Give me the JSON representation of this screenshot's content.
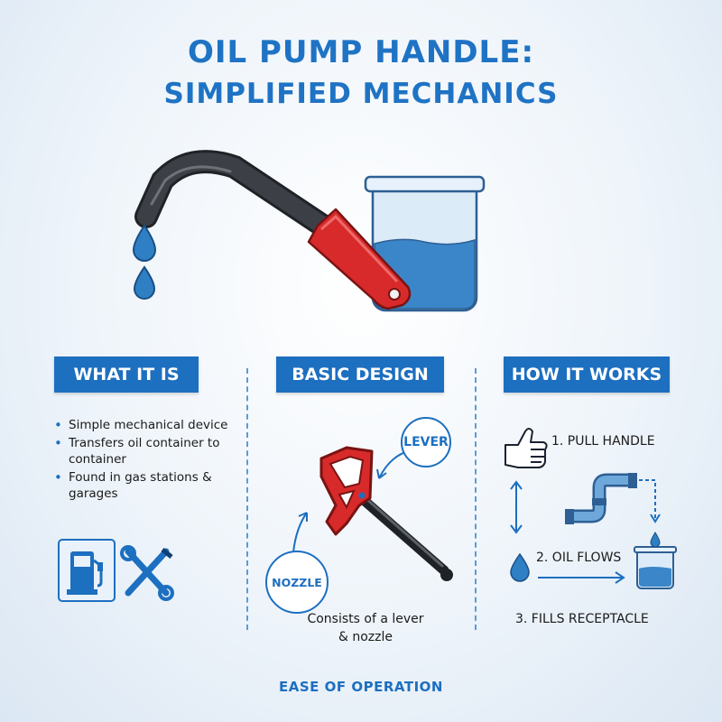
{
  "header": {
    "title_line1": "OIL PUMP HANDLE:",
    "title_line2": "SIMPLIFIED MECHANICS"
  },
  "colors": {
    "brand_blue": "#1d6fc0",
    "handle_red": "#d82a2a",
    "hose_dark": "#2c2f33",
    "oil_blue": "#3a86c8"
  },
  "sections": {
    "what_it_is": {
      "heading": "WHAT IT IS",
      "bullets": [
        "Simple mechanical device",
        "Transfers oil container to container",
        "Found in gas stations & garages"
      ],
      "icons": [
        "fuel-pump-icon",
        "wrench-screwdriver-icon"
      ]
    },
    "basic_design": {
      "heading": "BASIC DESIGN",
      "lever_label": "LEVER",
      "nozzle_label": "NOZZLE",
      "caption_line1": "Consists of a lever",
      "caption_line2": "& nozzle"
    },
    "how_it_works": {
      "heading": "HOW IT WORKS",
      "step1": "1. PULL HANDLE",
      "step2": "2. OIL FLOWS",
      "step3": "3. FILLS RECEPTACLE"
    }
  },
  "footer": {
    "text": "EASE OF OPERATION"
  }
}
